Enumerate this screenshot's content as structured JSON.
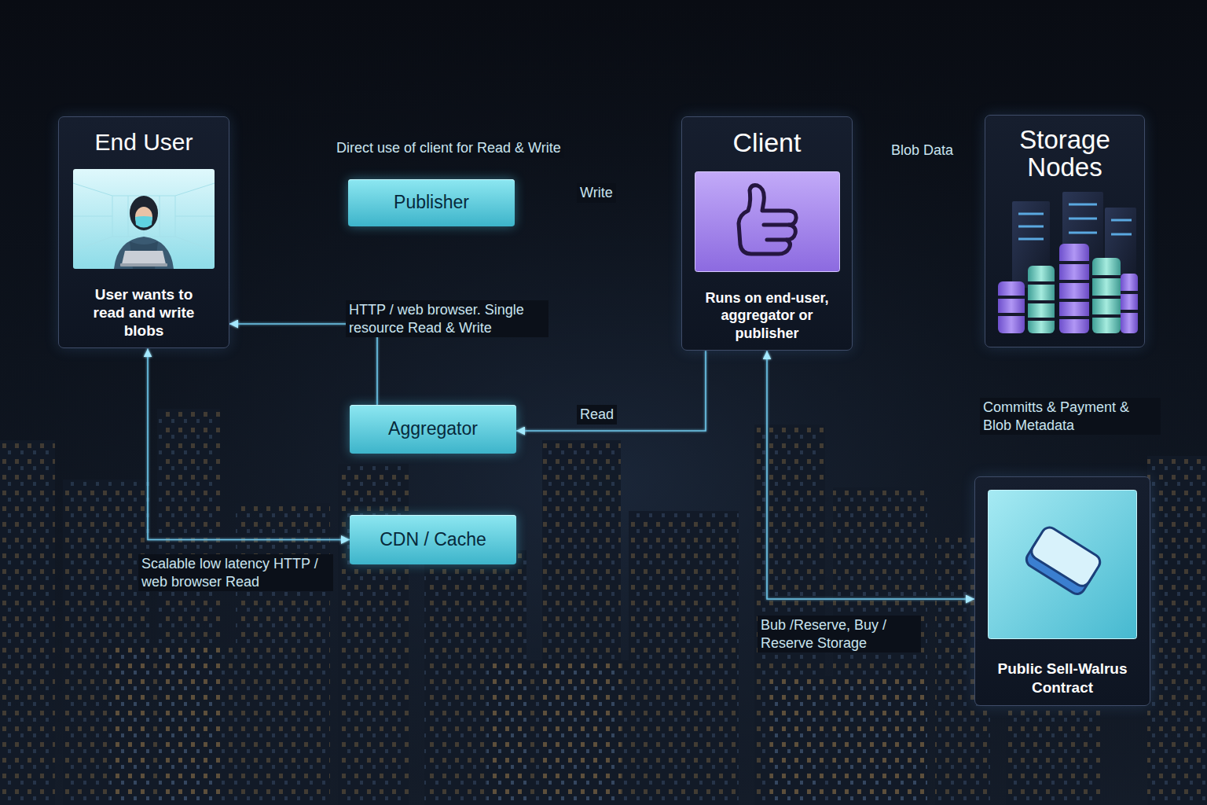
{
  "diagram": {
    "nodes": [
      {
        "text": [
          "End User",
          "User wants to read and write blobs"
        ]
      },
      {
        "text": [
          "Publisher"
        ]
      },
      {
        "text": [
          "Client",
          "Runs on end-user, aggregator or publisher"
        ]
      },
      {
        "text": [
          "Storage Nodes"
        ]
      },
      {
        "text": [
          "Aggregator"
        ]
      },
      {
        "text": [
          "CDN / Cache"
        ]
      },
      {
        "text": [
          "Public Sell-Walrus Contract"
        ]
      }
    ],
    "edges": [
      {
        "from": 0,
        "to": 2,
        "label": "Direct use of client for Read & Write",
        "arrow": "both"
      },
      {
        "from": 1,
        "to": 2,
        "label": "Write",
        "arrow": "to"
      },
      {
        "from": 2,
        "to": 3,
        "label": "Blob Data",
        "arrow": "to"
      },
      {
        "from": 2,
        "to": 3,
        "arrow": "to"
      },
      {
        "from": 2,
        "to": 3,
        "arrow": "to"
      },
      {
        "from": 2,
        "to": 3,
        "arrow": "to"
      },
      {
        "from": 2,
        "to": 3,
        "arrow": "to"
      },
      {
        "from": 4,
        "to": 1,
        "arrow": "to"
      },
      {
        "from": 4,
        "to": 0,
        "label": "HTTP / web browser. Single resource Read & Write",
        "arrow": "to"
      },
      {
        "from": 2,
        "to": 4,
        "label": "Read",
        "arrow": "to"
      },
      {
        "from": 4,
        "to": 5,
        "arrow": "to"
      },
      {
        "from": 0,
        "to": 5,
        "label": "Scalable low latency HTTP / web browser Read",
        "arrow": "both"
      },
      {
        "from": 2,
        "to": 6,
        "label": "Bub /Reserve, Buy / Reserve Storage",
        "arrow": "both"
      },
      {
        "from": 3,
        "to": 6,
        "label": "Committs & Payment & Blob Metadata",
        "arrow": "both"
      },
      {
        "from": 3,
        "to": 6,
        "arrow": "to"
      },
      {
        "from": 3,
        "to": 6,
        "arrow": "to"
      }
    ]
  }
}
